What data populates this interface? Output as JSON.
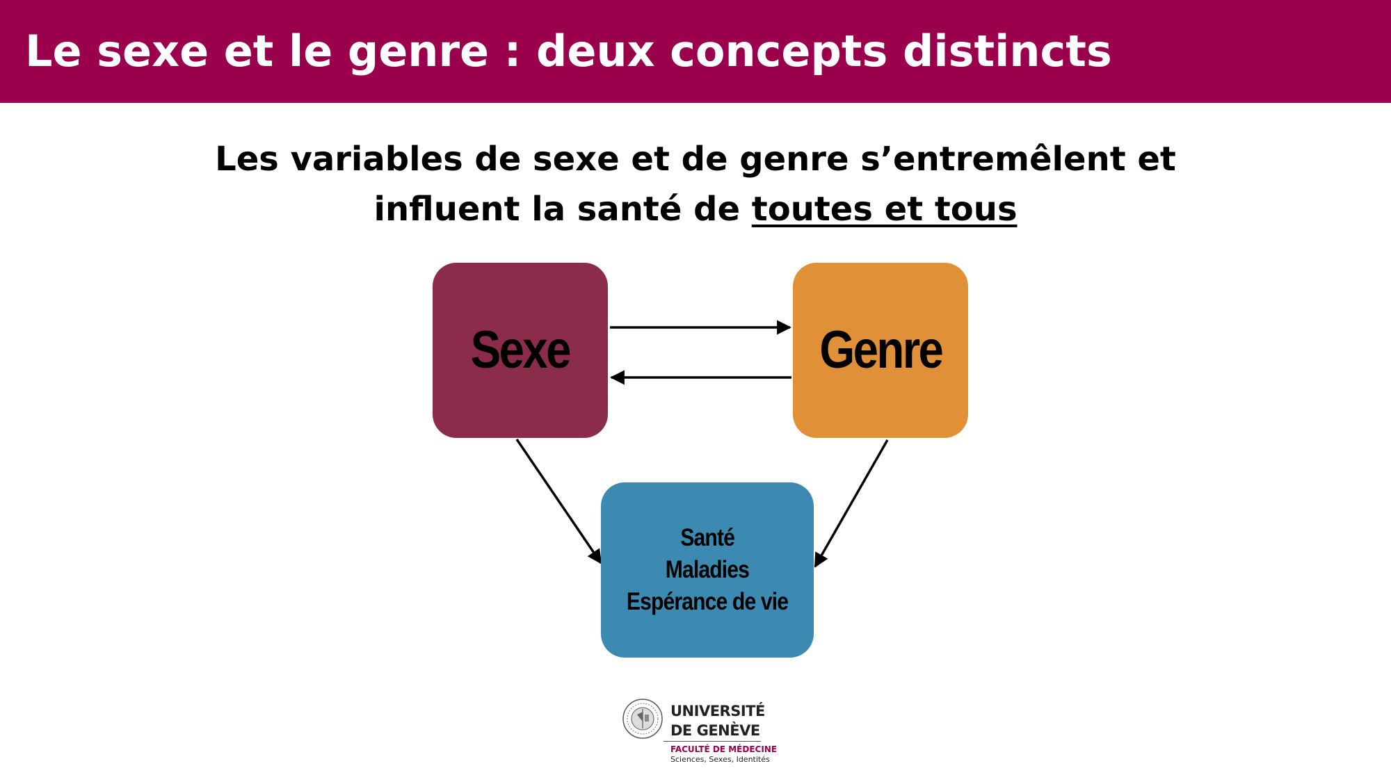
{
  "header": {
    "title": "Le sexe et le genre : deux concepts distincts"
  },
  "subtitle": {
    "line1": "Les variables de sexe et de genre s’entremêlent et",
    "line2_prefix": "influent la santé de ",
    "line2_emphasis": "toutes et tous"
  },
  "diagram": {
    "nodes": {
      "sexe": {
        "label": "Sexe",
        "color": "#8b2c4b"
      },
      "genre": {
        "label": "Genre",
        "color": "#e09137"
      },
      "outcomes": {
        "color": "#3c8ab2",
        "lines": [
          "Santé",
          "Maladies",
          "Espérance de vie"
        ]
      }
    },
    "edges": [
      {
        "from": "sexe",
        "to": "genre"
      },
      {
        "from": "genre",
        "to": "sexe"
      },
      {
        "from": "sexe",
        "to": "outcomes"
      },
      {
        "from": "genre",
        "to": "outcomes"
      }
    ]
  },
  "logo": {
    "name_line1": "UNIVERSITÉ",
    "name_line2": "DE GENÈVE",
    "faculty": "FACULTÉ DE MÉDECINE",
    "program": "Sciences, Sexes, Identités",
    "accent_color": "#9b004c"
  },
  "colors": {
    "header_bg": "#9b004c",
    "header_text": "#ffffff",
    "arrow": "#000000"
  }
}
